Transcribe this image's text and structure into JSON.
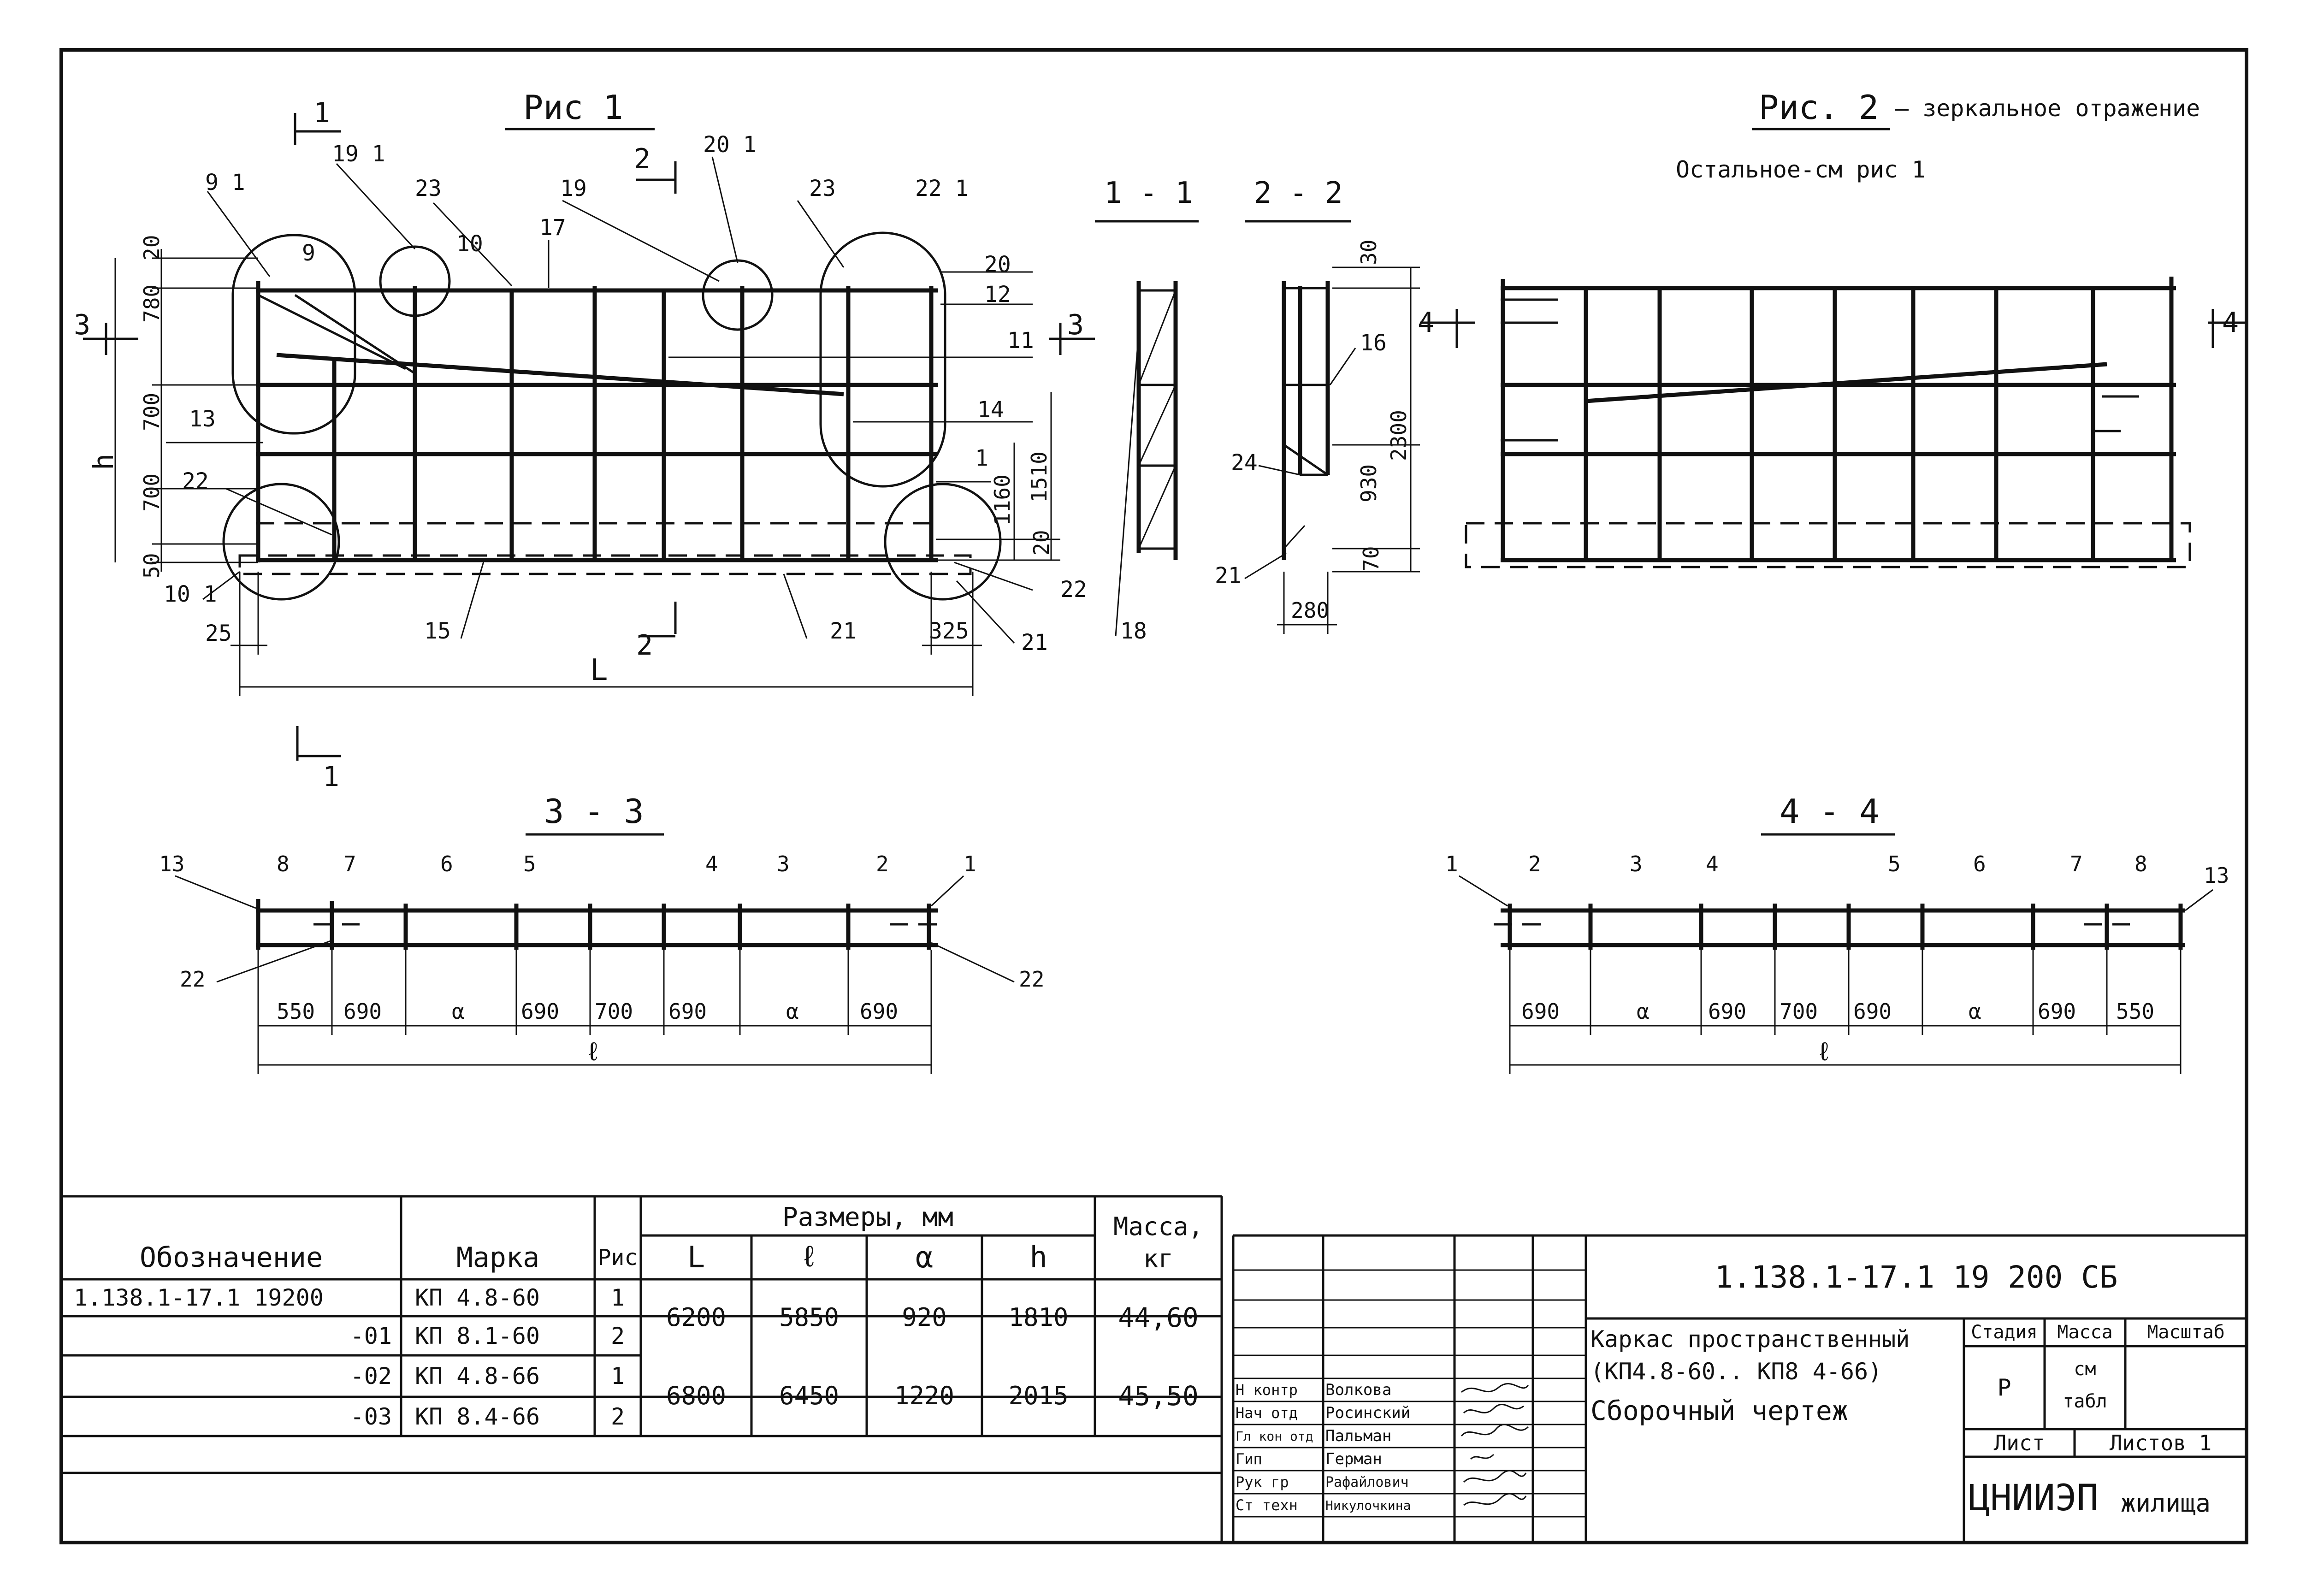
{
  "figures": {
    "fig1_title": "Рис 1",
    "fig2_title": "Рис. 2",
    "fig2_note": "— зеркальное отражение",
    "fig2_rest": "Остальное-см рис 1"
  },
  "sections": {
    "s11": "1 - 1",
    "s22": "2 - 2",
    "s33": "3 - 3",
    "s44": "4 - 4"
  },
  "cut_marks": {
    "c1": "1",
    "c2": "2",
    "c3": "3",
    "c4": "4"
  },
  "fig1_labels": {
    "p9_1": "9 1",
    "p19_1": "19 1",
    "p23a": "23",
    "p10": "10",
    "p17": "17",
    "p19": "19",
    "p20_1": "20 1",
    "p23b": "23",
    "p22_1": "22 1",
    "p9": "9",
    "p20": "20",
    "p12": "12",
    "p11": "11",
    "p14": "14",
    "p13": "13",
    "p22a": "22",
    "p1": "1",
    "p22b": "22",
    "p10_1": "10 1",
    "p25": "25",
    "p15": "15",
    "p21a": "21",
    "p325": "325",
    "p21b": "21",
    "p18": "18",
    "h": "h",
    "L": "L"
  },
  "fig1_dims": {
    "d20": "20",
    "d780": "780",
    "d700a": "700",
    "d700b": "700",
    "d50": "50",
    "d1510": "1510",
    "d1160": "1160",
    "d20b": "20"
  },
  "sec22_labels": {
    "d30": "30",
    "d2300": "2300",
    "d930": "930",
    "d70": "70",
    "d280": "280",
    "p16": "16",
    "p24": "24",
    "p21": "21"
  },
  "sec33": {
    "top": [
      "13",
      "8",
      "7",
      "6",
      "5",
      "4",
      "3",
      "2",
      "1"
    ],
    "dims": [
      "550",
      "690",
      "α",
      "690",
      "700",
      "690",
      "α",
      "690"
    ],
    "total": "ℓ",
    "left_mark": "22",
    "right_mark": "22"
  },
  "sec44": {
    "top": [
      "1",
      "2",
      "3",
      "4",
      "5",
      "6",
      "7",
      "8",
      "13"
    ],
    "dims": [
      "690",
      "α",
      "690",
      "700",
      "690",
      "α",
      "690",
      "550"
    ],
    "total": "ℓ"
  },
  "spec_table": {
    "h_designation": "Обозначение",
    "h_mark": "Марка",
    "h_fig": "Рис",
    "h_dims": "Размеры, мм",
    "h_L": "L",
    "h_l": "ℓ",
    "h_a": "α",
    "h_h": "h",
    "h_mass": "Масса,",
    "h_mass_unit": "кг",
    "rows": [
      {
        "designation": "1.138.1-17.1 19200",
        "mark": "КП 4.8-60",
        "fig": "1"
      },
      {
        "designation": "-01",
        "mark": "КП 8.1-60",
        "fig": "2"
      },
      {
        "designation": "-02",
        "mark": "КП 4.8-66",
        "fig": "1"
      },
      {
        "designation": "-03",
        "mark": "КП 8.4-66",
        "fig": "2"
      }
    ],
    "groups": [
      {
        "L": "6200",
        "l": "5850",
        "a": "920",
        "h": "1810",
        "mass": "44,60"
      },
      {
        "L": "6800",
        "l": "6450",
        "a": "1220",
        "h": "2015",
        "mass": "45,50"
      }
    ]
  },
  "title_block": {
    "code": "1.138.1-17.1 19 200 СБ",
    "name_line1": "Каркас пространственный",
    "name_line2": "(КП4.8-60.. КП8 4-66)",
    "name_line3": "Сборочный чертеж",
    "h_stage": "Стадия",
    "h_mass": "Масса",
    "h_scale": "Масштаб",
    "stage": "Р",
    "mass_line1": "см",
    "mass_line2": "табл",
    "sheet": "Лист",
    "sheets": "Листов 1",
    "org_main": "ЦНИИЭП",
    "org_sub": "жилища",
    "people": [
      {
        "role": "Н контр",
        "name": "Волкова"
      },
      {
        "role": "Нач отд",
        "name": "Росинский"
      },
      {
        "role": "Гл кон отд",
        "name": "Пальман"
      },
      {
        "role": "Гип",
        "name": "Герман"
      },
      {
        "role": "Рук гр",
        "name": "Рафайлович"
      },
      {
        "role": "Ст техн",
        "name": "Никулочкина"
      }
    ]
  }
}
